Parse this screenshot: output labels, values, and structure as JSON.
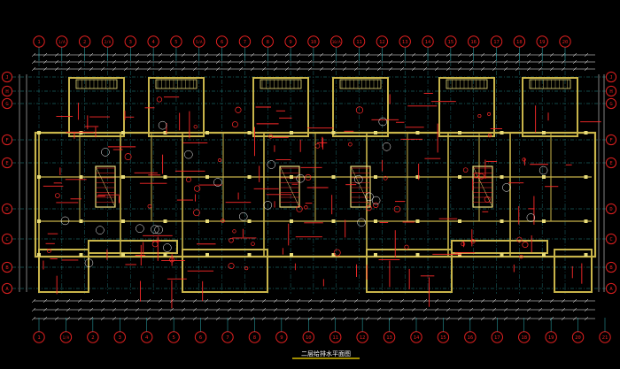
{
  "drawing": {
    "title": "二层给排水平面图",
    "colors": {
      "background": "#000000",
      "wall": "#c8b44a",
      "wall_light": "#e8dc7a",
      "pipe": "#ff2a2a",
      "axis_bubble": "#e02020",
      "dimension": "#ffffff",
      "grid": "#2fb3b8",
      "annotation": "#ffffff",
      "title_underline": "#ffe000"
    },
    "top_axis_labels": [
      "1",
      "1/A",
      "2",
      "2/A",
      "3",
      "4",
      "5",
      "5/A",
      "6",
      "7",
      "8",
      "9",
      "10",
      "10/A",
      "11",
      "12",
      "13",
      "14",
      "15",
      "16",
      "17",
      "18",
      "19",
      "20"
    ],
    "bottom_axis_labels": [
      "1",
      "1/A",
      "2",
      "3",
      "4",
      "5",
      "6",
      "7",
      "8",
      "9",
      "10",
      "11",
      "12",
      "13",
      "14",
      "15",
      "16",
      "17",
      "18",
      "19",
      "20",
      "21"
    ],
    "left_axis_labels": [
      "J",
      "H",
      "G",
      "F",
      "E",
      "D",
      "C",
      "B",
      "A"
    ]
  }
}
